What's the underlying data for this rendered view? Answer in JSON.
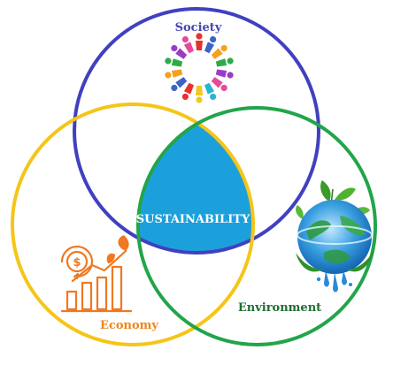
{
  "diagram": {
    "center_label": "SUSTAINABILITY",
    "circles": [
      {
        "name": "society",
        "label": "Society",
        "stroke": "#4040c0",
        "label_color": "#4646b4"
      },
      {
        "name": "economy",
        "label": "Economy",
        "stroke": "#f5c518",
        "label_color": "#f0851e"
      },
      {
        "name": "environment",
        "label": "Environment",
        "stroke": "#22a54a",
        "label_color": "#1e6e32"
      }
    ],
    "intersection_color": "#1ca0dc",
    "icons": {
      "society": "people-circle-icon",
      "economy": "money-growth-chart-icon",
      "environment": "earth-globe-icon"
    },
    "people_colors": [
      "#e6322d",
      "#3c64c8",
      "#f5a01e",
      "#2eaa4a",
      "#9b3cc8",
      "#e64b9b",
      "#28b4d2",
      "#f0c81e",
      "#e6322d",
      "#3c64c8",
      "#f5a01e",
      "#2eaa4a",
      "#9b3cc8",
      "#e64b9b"
    ]
  }
}
